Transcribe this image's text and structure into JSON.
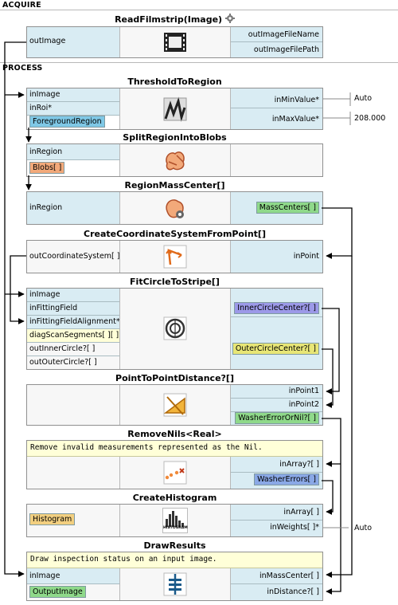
{
  "sections": {
    "acquire": "ACQUIRE",
    "process": "PROCESS"
  },
  "nodes": {
    "read_filmstrip": {
      "title": "ReadFilmstrip(Image)",
      "left": [
        "outImage"
      ],
      "right": [
        "outImageFileName",
        "outImageFilePath"
      ],
      "icon": "filmstrip-icon",
      "settings_icon": "gear-icon"
    },
    "threshold": {
      "title": "ThresholdToRegion",
      "left": [
        "inImage",
        "inRoi*",
        "ForegroundRegion"
      ],
      "right": [
        "inMinValue*",
        "inMaxValue*"
      ],
      "icon": "threshold-icon"
    },
    "split": {
      "title": "SplitRegionIntoBlobs",
      "left": [
        "inRegion",
        "Blobs[ ]"
      ],
      "icon": "blobs-icon"
    },
    "mass_center": {
      "title": "RegionMassCenter[]",
      "left": [
        "inRegion"
      ],
      "right": [
        "MassCenters[ ]"
      ],
      "icon": "mass-center-icon"
    },
    "coord_system": {
      "title": "CreateCoordinateSystemFromPoint[]",
      "left": [
        "outCoordinateSystem[ ]"
      ],
      "right": [
        "inPoint"
      ],
      "icon": "coordinate-system-icon"
    },
    "fit_circle": {
      "title": "FitCircleToStripe[]",
      "left": [
        "inImage",
        "inFittingField",
        "inFittingFieldAlignment*",
        "diagScanSegments[ ][ ]",
        "outInnerCircle?[ ]",
        "outOuterCircle?[ ]"
      ],
      "right": [
        "InnerCircleCenter?[ ]",
        "OuterCircleCenter?[ ]"
      ],
      "icon": "circle-fit-icon"
    },
    "distance": {
      "title": "PointToPointDistance?[]",
      "right": [
        "inPoint1",
        "inPoint2",
        "WasherErrorOrNil?[ ]"
      ],
      "icon": "distance-icon"
    },
    "remove_nils": {
      "title": "RemoveNils<Real>",
      "comment": "Remove invalid measurements represented as the Nil.",
      "right": [
        "inArray?[ ]",
        "WasherErrors[ ]"
      ],
      "icon": "remove-nils-icon"
    },
    "histogram": {
      "title": "CreateHistogram",
      "left": [
        "Histogram"
      ],
      "right": [
        "inArray[ ]",
        "inWeights[ ]*"
      ],
      "icon": "histogram-icon",
      "icon_label": "HISTOGRAM"
    },
    "draw_results": {
      "title": "DrawResults",
      "comment": "Draw inspection status on an input image.",
      "left": [
        "inImage",
        "OutputImage"
      ],
      "right": [
        "inMassCenter[ ]",
        "inDistance?[ ]"
      ],
      "icon": "draw-results-icon"
    }
  },
  "values": {
    "min_value": "Auto",
    "max_value": "208.000",
    "weights": "Auto"
  },
  "colors": {
    "port_bg": "#d9ecf3",
    "node_bg": "#f7f7f7",
    "link": "#000000",
    "comment_bg": "#ffffd8"
  }
}
